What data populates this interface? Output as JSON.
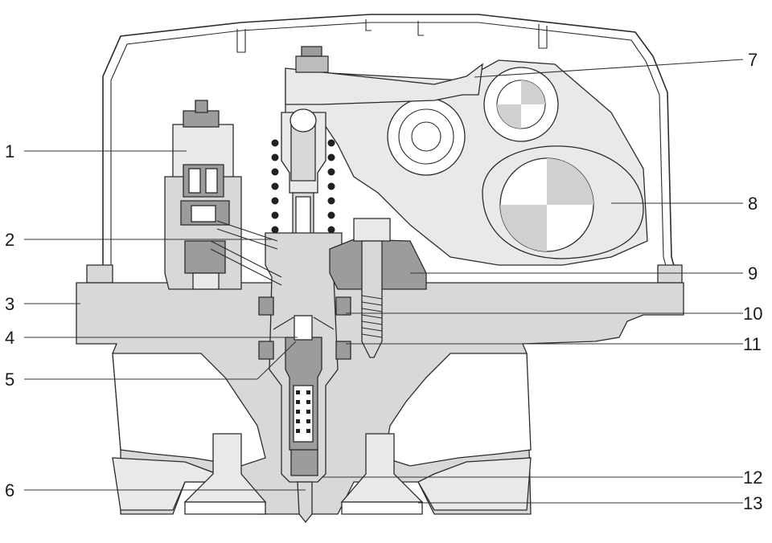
{
  "callouts": {
    "left": [
      "1",
      "2",
      "3",
      "4",
      "5",
      "6"
    ],
    "right": [
      "7",
      "8",
      "9",
      "10",
      "11",
      "12",
      "13"
    ]
  },
  "colors": {
    "metal": "#d8d8d8",
    "metal_dark": "#9c9c9c",
    "line": "#2b2b2b",
    "background": "#ffffff"
  }
}
